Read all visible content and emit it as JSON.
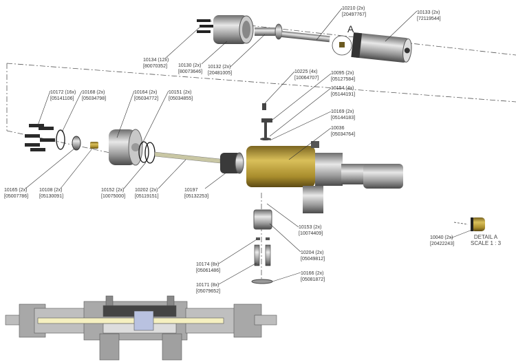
{
  "detail_marker": "A",
  "detail": {
    "title": "DETAIL A",
    "scale": "SCALE 1 : 3"
  },
  "callouts": [
    {
      "id": "10210 (2x)",
      "part": "[20497767]"
    },
    {
      "id": "10133 (2x)",
      "part": "[72119544]"
    },
    {
      "id": "10134 (12x)",
      "part": "[80070352]"
    },
    {
      "id": "10130 (2x)",
      "part": "[80073646]"
    },
    {
      "id": "10132 (2x)",
      "part": "[20481005]"
    },
    {
      "id": "10225 (4x)",
      "part": "[10064707]"
    },
    {
      "id": "10095 (2x)",
      "part": "[05127584]"
    },
    {
      "id": "10154 (4x)",
      "part": "[05144191]"
    },
    {
      "id": "10169 (2x)",
      "part": "[05144183]"
    },
    {
      "id": "10036",
      "part": "[05034764]"
    },
    {
      "id": "10172 (16x)",
      "part": "[05141106]"
    },
    {
      "id": "10168 (2x)",
      "part": "[05034798]"
    },
    {
      "id": "10164 (2x)",
      "part": "[05034772]"
    },
    {
      "id": "10151 (2x)",
      "part": "[05034855]"
    },
    {
      "id": "10165 (2x)",
      "part": "[05007786]"
    },
    {
      "id": "10108 (2x)",
      "part": "[05130091]"
    },
    {
      "id": "10152 (2x)",
      "part": "[10075000]"
    },
    {
      "id": "10202 (2x)",
      "part": "[05119151]"
    },
    {
      "id": "10197",
      "part": "[05132253]"
    },
    {
      "id": "10153 (2x)",
      "part": "[10074409]"
    },
    {
      "id": "10204 (2x)",
      "part": "[05049812]"
    },
    {
      "id": "10174 (8x)",
      "part": "[05061486]"
    },
    {
      "id": "10171 (8x)",
      "part": "[05079652]"
    },
    {
      "id": "10166 (2x)",
      "part": "[05081872]"
    },
    {
      "id": "10040 (2x)",
      "part": "[20422243]"
    }
  ]
}
